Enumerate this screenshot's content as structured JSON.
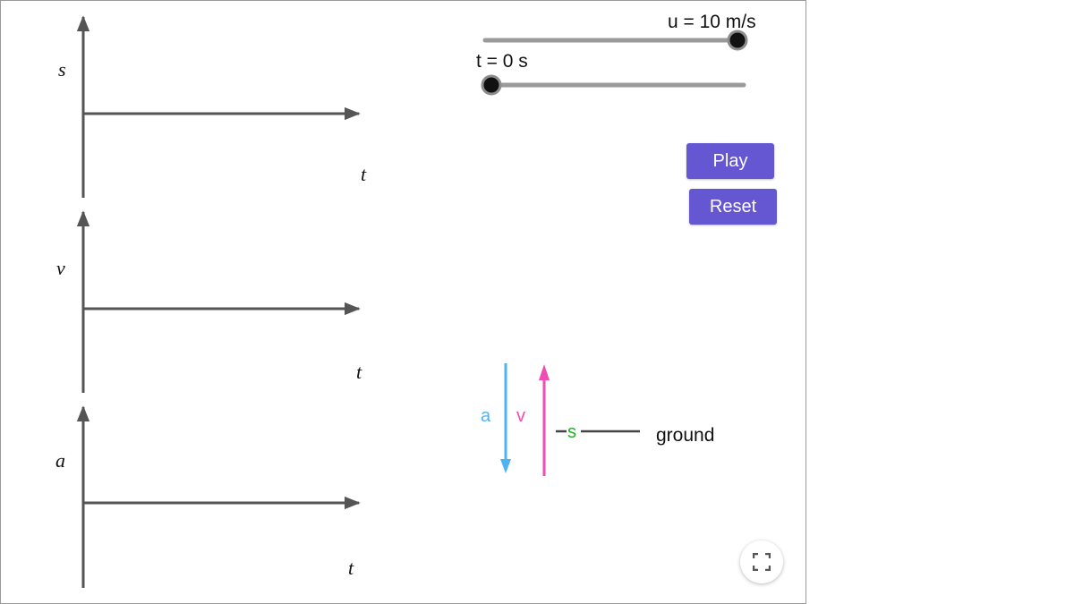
{
  "colors": {
    "axis": "#555555",
    "slider_track": "#9a9a9a",
    "button": "#6557d2",
    "acceleration": "#4fb3f2",
    "velocity": "#f04db4",
    "displacement": "#22b022",
    "ground_line": "#444444"
  },
  "graphs": [
    {
      "id": "s",
      "y_label": "s",
      "x_label": "t"
    },
    {
      "id": "v",
      "y_label": "v",
      "x_label": "t"
    },
    {
      "id": "a",
      "y_label": "a",
      "x_label": "t"
    }
  ],
  "sliders": {
    "u": {
      "label": "u = 10 m/s",
      "value": 10,
      "fraction": 1.0
    },
    "t": {
      "label": "t = 0 s",
      "value": 0,
      "fraction": 0.0
    }
  },
  "buttons": {
    "play": "Play",
    "reset": "Reset"
  },
  "vectors": {
    "a_label": "a",
    "v_label": "v",
    "s_label": "s"
  },
  "ground_label": "ground",
  "icons": {
    "fullscreen": "fullscreen-icon"
  }
}
